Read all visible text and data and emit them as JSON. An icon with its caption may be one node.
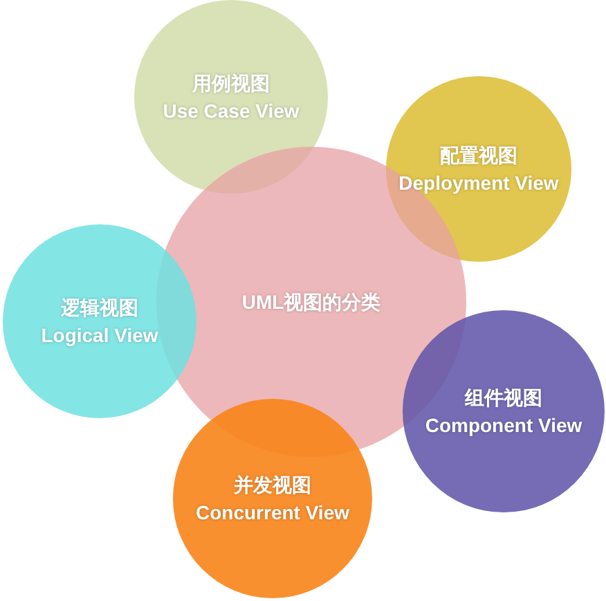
{
  "diagram": {
    "nodes": [
      {
        "text": [
          "用例视图",
          "Use Case View"
        ]
      },
      {
        "text": [
          "配置视图",
          "Deployment View"
        ]
      },
      {
        "text": [
          "UML视图的分类"
        ]
      },
      {
        "text": [
          "逻辑视图",
          "Logical View"
        ]
      },
      {
        "text": [
          "组件视图",
          "Component View"
        ]
      },
      {
        "text": [
          "并发视图",
          "Concurrent View"
        ]
      }
    ]
  }
}
